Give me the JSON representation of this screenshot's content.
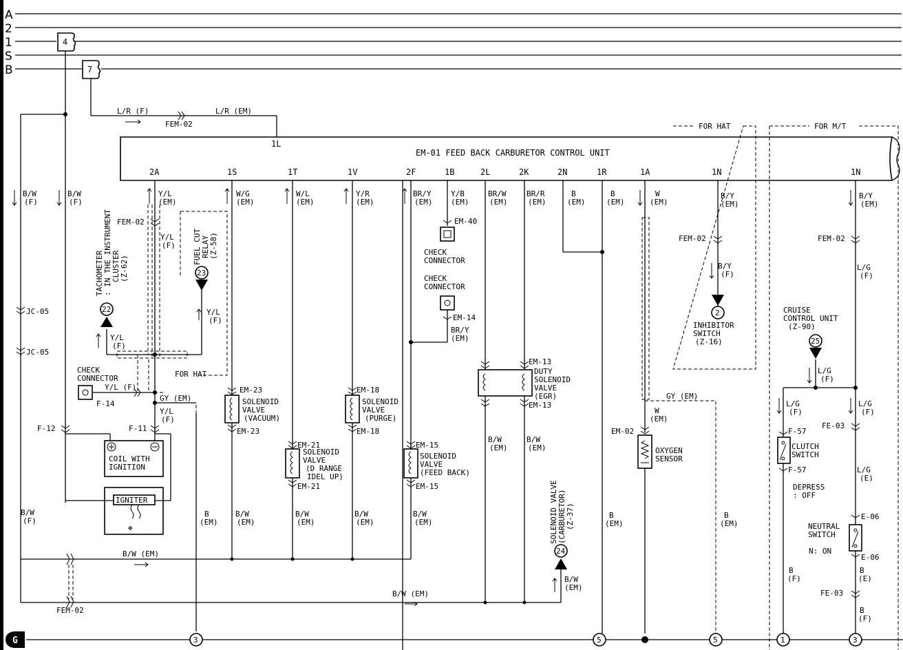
{
  "rails": [
    "A",
    "2",
    "1",
    "S",
    "B"
  ],
  "fuses": [
    "4",
    "7"
  ],
  "unit": {
    "title": "EM-01 FEED BACK CARBURETOR CONTROL UNIT",
    "top_terminal": "1L",
    "terminals": [
      "2A",
      "1S",
      "1T",
      "1V",
      "2F",
      "1B",
      "2L",
      "2K",
      "2N",
      "1R",
      "1A",
      "1N",
      "1N"
    ]
  },
  "regions": {
    "for_hat": "FOR HAT",
    "for_mt": "FOR M/T",
    "fuel_cut_for_hat": "FOR HAT"
  },
  "wires": {
    "l_r_f": "L/R (F)",
    "l_r_em": "L/R (EM)",
    "fem02_top": "FEM-02",
    "bw": "B/W",
    "f": "(F)",
    "em": "(EM)",
    "e": "(E)",
    "y_l": "Y/L",
    "w_g": "W/G",
    "w_l": "W/L",
    "y_r": "Y/R",
    "br_y": "BR/Y",
    "y_b": "Y/B",
    "br_w": "BR/W",
    "br_r": "BR/R",
    "b": "B",
    "w": "W",
    "b_y": "B/Y",
    "l_g": "L/G",
    "y_l_f": "Y/L (F)",
    "gy_em": "GY (EM)",
    "bw_em": "B/W (EM)"
  },
  "connectors": {
    "fem02": "FEM-02",
    "jc05": "JC-05",
    "f14": "F-14",
    "f12": "F-12",
    "f11": "F-11",
    "em40": "EM-40",
    "em14": "EM-14",
    "em23": "EM-23",
    "em18": "EM-18",
    "em21": "EM-21",
    "em15": "EM-15",
    "em13": "EM-13",
    "em02": "EM-02",
    "f57": "F-57",
    "fe03": "FE-03",
    "e06": "E-06"
  },
  "components": {
    "tachometer": [
      "TACHOMETER",
      ": IN THE INSTRUMENT",
      "CLUSTER",
      "(Z-62)"
    ],
    "tach_num": "22",
    "fuel_cut": [
      "FUEL CUT",
      "RELAY",
      "(Z-58)"
    ],
    "fuel_num": "23",
    "check_connector": [
      "CHECK",
      "CONNECTOR"
    ],
    "coil": [
      "COIL WITH",
      "IGNITION"
    ],
    "igniter": "IGNITER",
    "sv_vacuum": [
      "SOLENOID",
      "VALVE",
      "(VACUUM)"
    ],
    "sv_drange": [
      "SOLENOID",
      "VALVE",
      "(D RANGE",
      "IDEL UP)"
    ],
    "sv_purge": [
      "SOLENOID",
      "VALVE",
      "(PURGE)"
    ],
    "sv_feedback": [
      "SOLENOID",
      "VALVE",
      "(FEED BACK)"
    ],
    "sv_carb": [
      "SOLENOID VALVE",
      "(CARBURETOR)",
      "(Z-37)"
    ],
    "sv_carb_num": "24",
    "duty_sv": [
      "DUTY",
      "SOLENOID",
      "VALVE",
      "(EGR)"
    ],
    "oxygen": [
      "OXYGEN",
      "SENSOR"
    ],
    "inhibitor": [
      "INHIBITOR",
      "SWITCH",
      "(Z-16)"
    ],
    "inhibitor_num": "2",
    "cruise": [
      "CRUISE",
      "CONTROL UNIT",
      "(Z-90)"
    ],
    "cruise_num": "25",
    "clutch": [
      "CLUTCH",
      "SWITCH"
    ],
    "depress": [
      "DEPRESS",
      ": OFF"
    ],
    "neutral": [
      "NEUTRAL",
      "SWITCH"
    ],
    "n_on": "N: ON"
  },
  "grounds": [
    "3",
    "5",
    "5",
    "1",
    "3"
  ],
  "ground_symbol": "G"
}
